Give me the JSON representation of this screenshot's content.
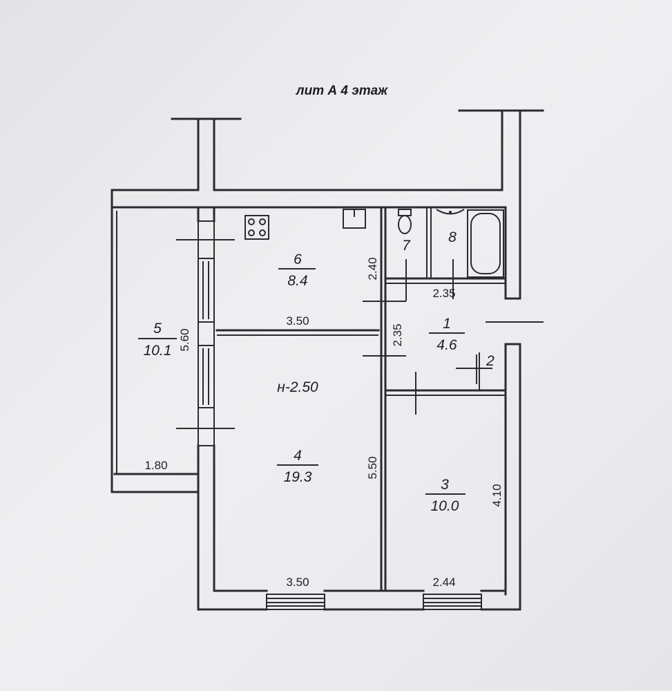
{
  "title": "лит А   4 этаж",
  "ceiling_height": "н-2.50",
  "rooms": [
    {
      "num": "1",
      "area": "4.6"
    },
    {
      "num": "3",
      "area": "10.0"
    },
    {
      "num": "4",
      "area": "19.3"
    },
    {
      "num": "5",
      "area": "10.1"
    },
    {
      "num": "6",
      "area": "8.4"
    }
  ],
  "labels": {
    "room7": "7",
    "room8": "8",
    "room2": "2"
  },
  "dimensions": {
    "kitchen_width": "3.50",
    "kitchen_depth": "2.40",
    "balcony_length": "5.60",
    "balcony_width": "1.80",
    "hall_width": "2.35",
    "hall_depth": "2.35",
    "living_depth": "5.50",
    "living_width": "3.50",
    "bedroom_width": "2.44",
    "bedroom_depth": "4.10"
  }
}
